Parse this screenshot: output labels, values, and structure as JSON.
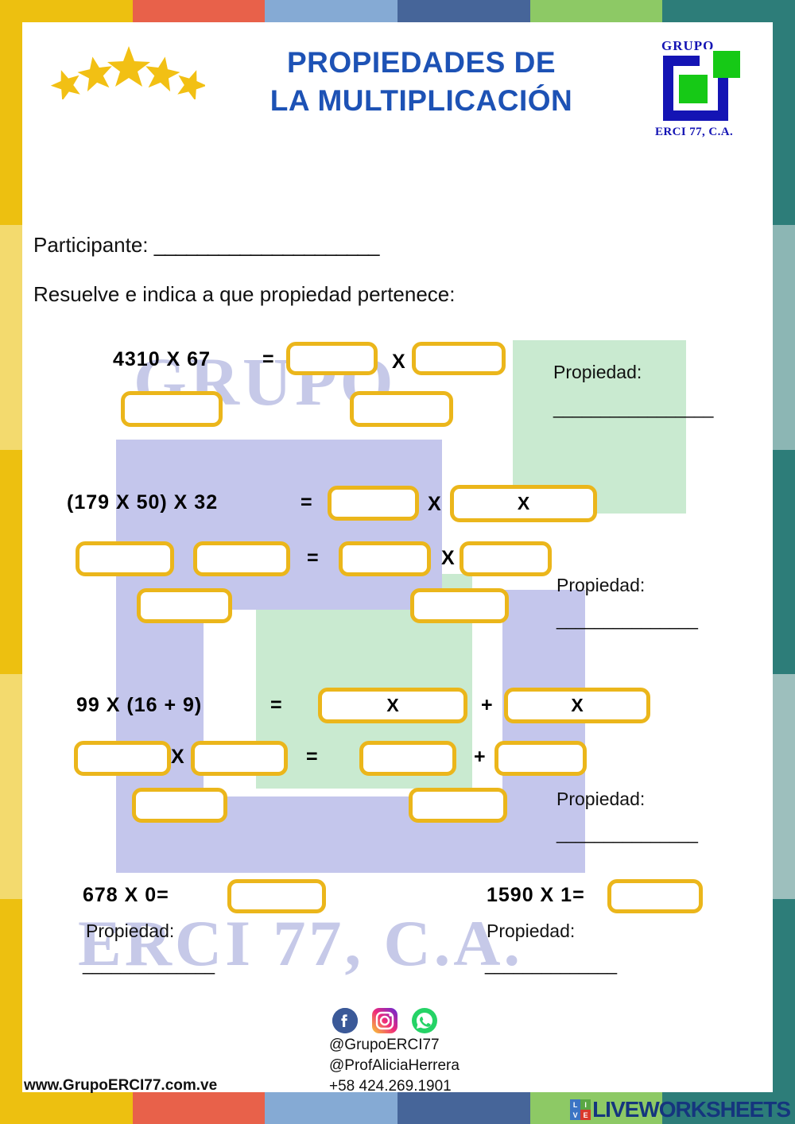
{
  "header": {
    "title_line1": "PROPIEDADES DE",
    "title_line2": "LA MULTIPLICACIÓN",
    "title_color": "#1d52b5",
    "logo": {
      "top_text": "GRUPO",
      "bottom_text": "ERCI 77, C.A."
    },
    "stars_count": 5,
    "stars_color": "#f2c014"
  },
  "watermark": {
    "line1": "GRUPO",
    "line2": "ERCI 77, C.A.",
    "green_color": "#c9ead0",
    "lavender_color": "#c4c6ec"
  },
  "frame": {
    "top_colors": [
      "#edc010",
      "#e8614a",
      "#85aad4",
      "#466599",
      "#8dc965",
      "#2d7d79"
    ],
    "bottom_colors": [
      "#edc010",
      "#e8614a",
      "#85aad4",
      "#466599",
      "#8dc965",
      "#2d7d79"
    ],
    "left_colors": [
      "#edc010",
      "#f3da6e",
      "#edc010",
      "#f3da6e",
      "#edc010"
    ],
    "right_colors": [
      "#2d7d79",
      "#8cb6b4",
      "#2d7d79",
      "#9dbfbd",
      "#2d7d79"
    ]
  },
  "form": {
    "participante_label": "Participante:",
    "participante_line": "_____________________",
    "instruction": "Resuelve e indica a que propiedad pertenece:",
    "propiedad_label": "Propiedad:",
    "propiedad_line": "_________________"
  },
  "exercises": [
    {
      "id": "ex1",
      "prompt": "4310  X  67",
      "operators": {
        "equals": "=",
        "mult": "X"
      },
      "box_prefill": "",
      "propiedad_label": "Propiedad:",
      "propiedad_line": "_________________"
    },
    {
      "id": "ex2",
      "prompt": "(179  X  50)   X   32",
      "operators": {
        "equals": "=",
        "mult": "X"
      },
      "box_prefill": "X",
      "propiedad_label": "Propiedad:",
      "propiedad_line": "_______________"
    },
    {
      "id": "ex3",
      "prompt": "99  X  (16   +   9)",
      "operators": {
        "equals": "=",
        "plus": "+",
        "mult": "X"
      },
      "box_prefill": "X",
      "propiedad_label": "Propiedad:",
      "propiedad_line": "_______________"
    },
    {
      "id": "ex4a",
      "prompt": "678  X  0=",
      "propiedad_label": "Propiedad:",
      "propiedad_line": "______________"
    },
    {
      "id": "ex4b",
      "prompt": "1590  X  1=",
      "propiedad_label": "Propiedad:",
      "propiedad_line": "______________"
    }
  ],
  "box_labels": {
    "ex2_r1_b2": "X",
    "ex3_r1_b1": "X",
    "ex3_r1_b2": "X"
  },
  "footer": {
    "social": [
      {
        "name": "facebook-icon",
        "glyph": "f"
      },
      {
        "name": "instagram-icon",
        "glyph": "◉"
      },
      {
        "name": "whatsapp-icon",
        "glyph": "✆"
      }
    ],
    "handle_facebook": "@GrupoERCI77",
    "handle_instagram": "@ProfAliciaHerrera",
    "phone": "+58 424.269.1901",
    "website": "www.GrupoERCI77.com.ve",
    "liveworksheets": {
      "word": "LIVEWORKSHEETS",
      "cells": [
        {
          "letter": "L",
          "color": "#3b74c4"
        },
        {
          "letter": "I",
          "color": "#5aa744"
        },
        {
          "letter": "V",
          "color": "#3b74c4"
        },
        {
          "letter": "E",
          "color": "#d93a2b"
        }
      ]
    }
  }
}
